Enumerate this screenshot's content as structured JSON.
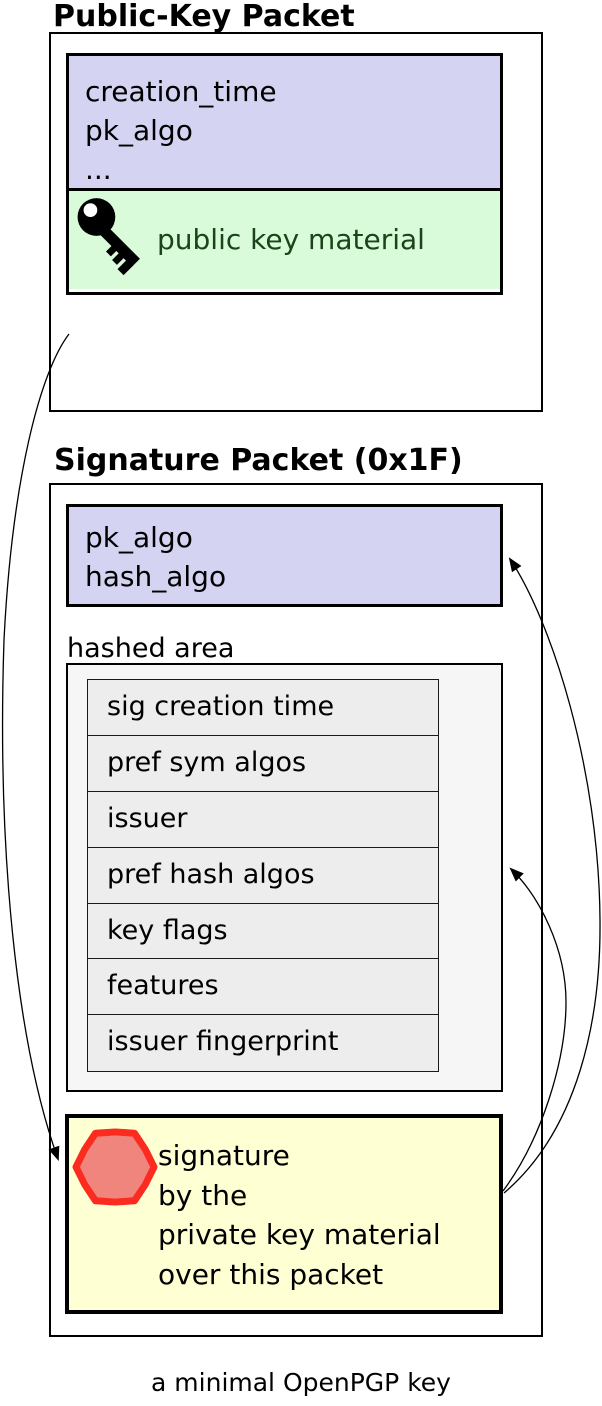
{
  "diagram": {
    "pk_packet": {
      "title": "Public-Key Packet",
      "fields": [
        "creation_time",
        "pk_algo",
        "..."
      ],
      "material_label": "public key material"
    },
    "sig_packet": {
      "title": "Signature Packet (0x1F)",
      "fields": [
        "pk_algo",
        "hash_algo"
      ],
      "hashed_area_label": "hashed area",
      "subpackets": [
        "sig creation time",
        "pref sym algos",
        "issuer",
        "pref hash algos",
        "key flags",
        "features",
        "issuer fingerprint"
      ],
      "signature_lines": [
        "signature",
        "by the",
        "private key material",
        "over this packet"
      ]
    },
    "caption": "a minimal OpenPGP key",
    "colors": {
      "field_bg": "#d5d3f2",
      "material_bg": "#d9fbd9",
      "material_text": "#1a451a",
      "signature_bg": "#ffffd4",
      "hashed_area_bg": "#f6f6f6",
      "subpacket_row_bg": "#ededed",
      "seal_ring": "#fb2b20",
      "seal_fill": "#f0857d",
      "outline": "#000000"
    }
  }
}
